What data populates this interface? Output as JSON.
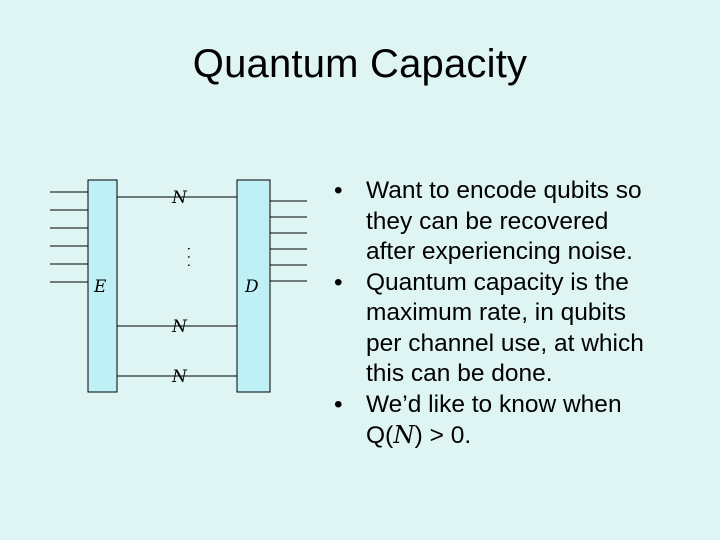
{
  "slide": {
    "title": "Quantum Capacity"
  },
  "diagram": {
    "encoder_label": "E",
    "decoder_label": "D",
    "channel_label": "N",
    "ellipsis": "· · ·"
  },
  "bullets": [
    {
      "marker": "•",
      "lines": [
        "Want to encode qubits so",
        "they can be recovered",
        "after experiencing noise."
      ]
    },
    {
      "marker": "•",
      "lines": [
        "Quantum capacity is the",
        "maximum rate, in qubits",
        "per channel use, at which",
        "this can be done."
      ]
    },
    {
      "marker": "•",
      "lines": [
        "We’d like to know when"
      ],
      "formula": {
        "prefix": "Q(",
        "symbol": "N",
        "suffix": ") > 0."
      }
    }
  ],
  "colors": {
    "background": "#dff5f3",
    "box_fill": "#bff0f5",
    "stroke": "#000000"
  }
}
